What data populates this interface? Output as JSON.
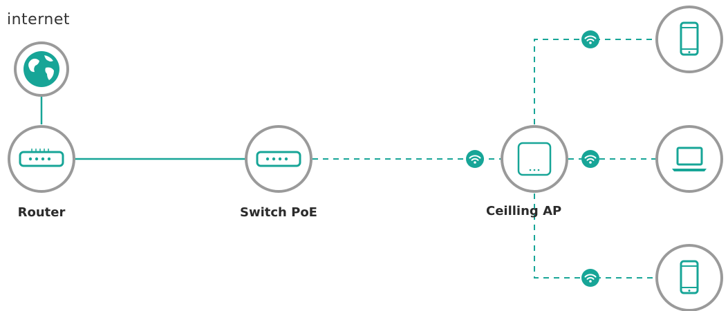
{
  "labels": {
    "internet": "internet",
    "router": "Router",
    "switch": "Switch PoE",
    "ap": "Ceilling AP"
  },
  "colors": {
    "ring": "#9a9a9a",
    "accent": "#17a597",
    "label": "#2b2b2b"
  },
  "nodes": [
    {
      "id": "internet",
      "icon": "globe-icon"
    },
    {
      "id": "router",
      "icon": "router-icon"
    },
    {
      "id": "switch",
      "icon": "switch-icon"
    },
    {
      "id": "ap",
      "icon": "ceiling-ap-icon"
    },
    {
      "id": "phone-top",
      "icon": "smartphone-icon"
    },
    {
      "id": "laptop",
      "icon": "laptop-icon"
    },
    {
      "id": "phone-bottom",
      "icon": "smartphone-icon"
    }
  ],
  "links": [
    {
      "from": "internet",
      "to": "router",
      "medium": "wired"
    },
    {
      "from": "router",
      "to": "switch",
      "medium": "wired"
    },
    {
      "from": "switch",
      "to": "ap",
      "medium": "wireless"
    },
    {
      "from": "ap",
      "to": "phone-top",
      "medium": "wireless"
    },
    {
      "from": "ap",
      "to": "laptop",
      "medium": "wireless"
    },
    {
      "from": "ap",
      "to": "phone-bottom",
      "medium": "wireless"
    }
  ]
}
